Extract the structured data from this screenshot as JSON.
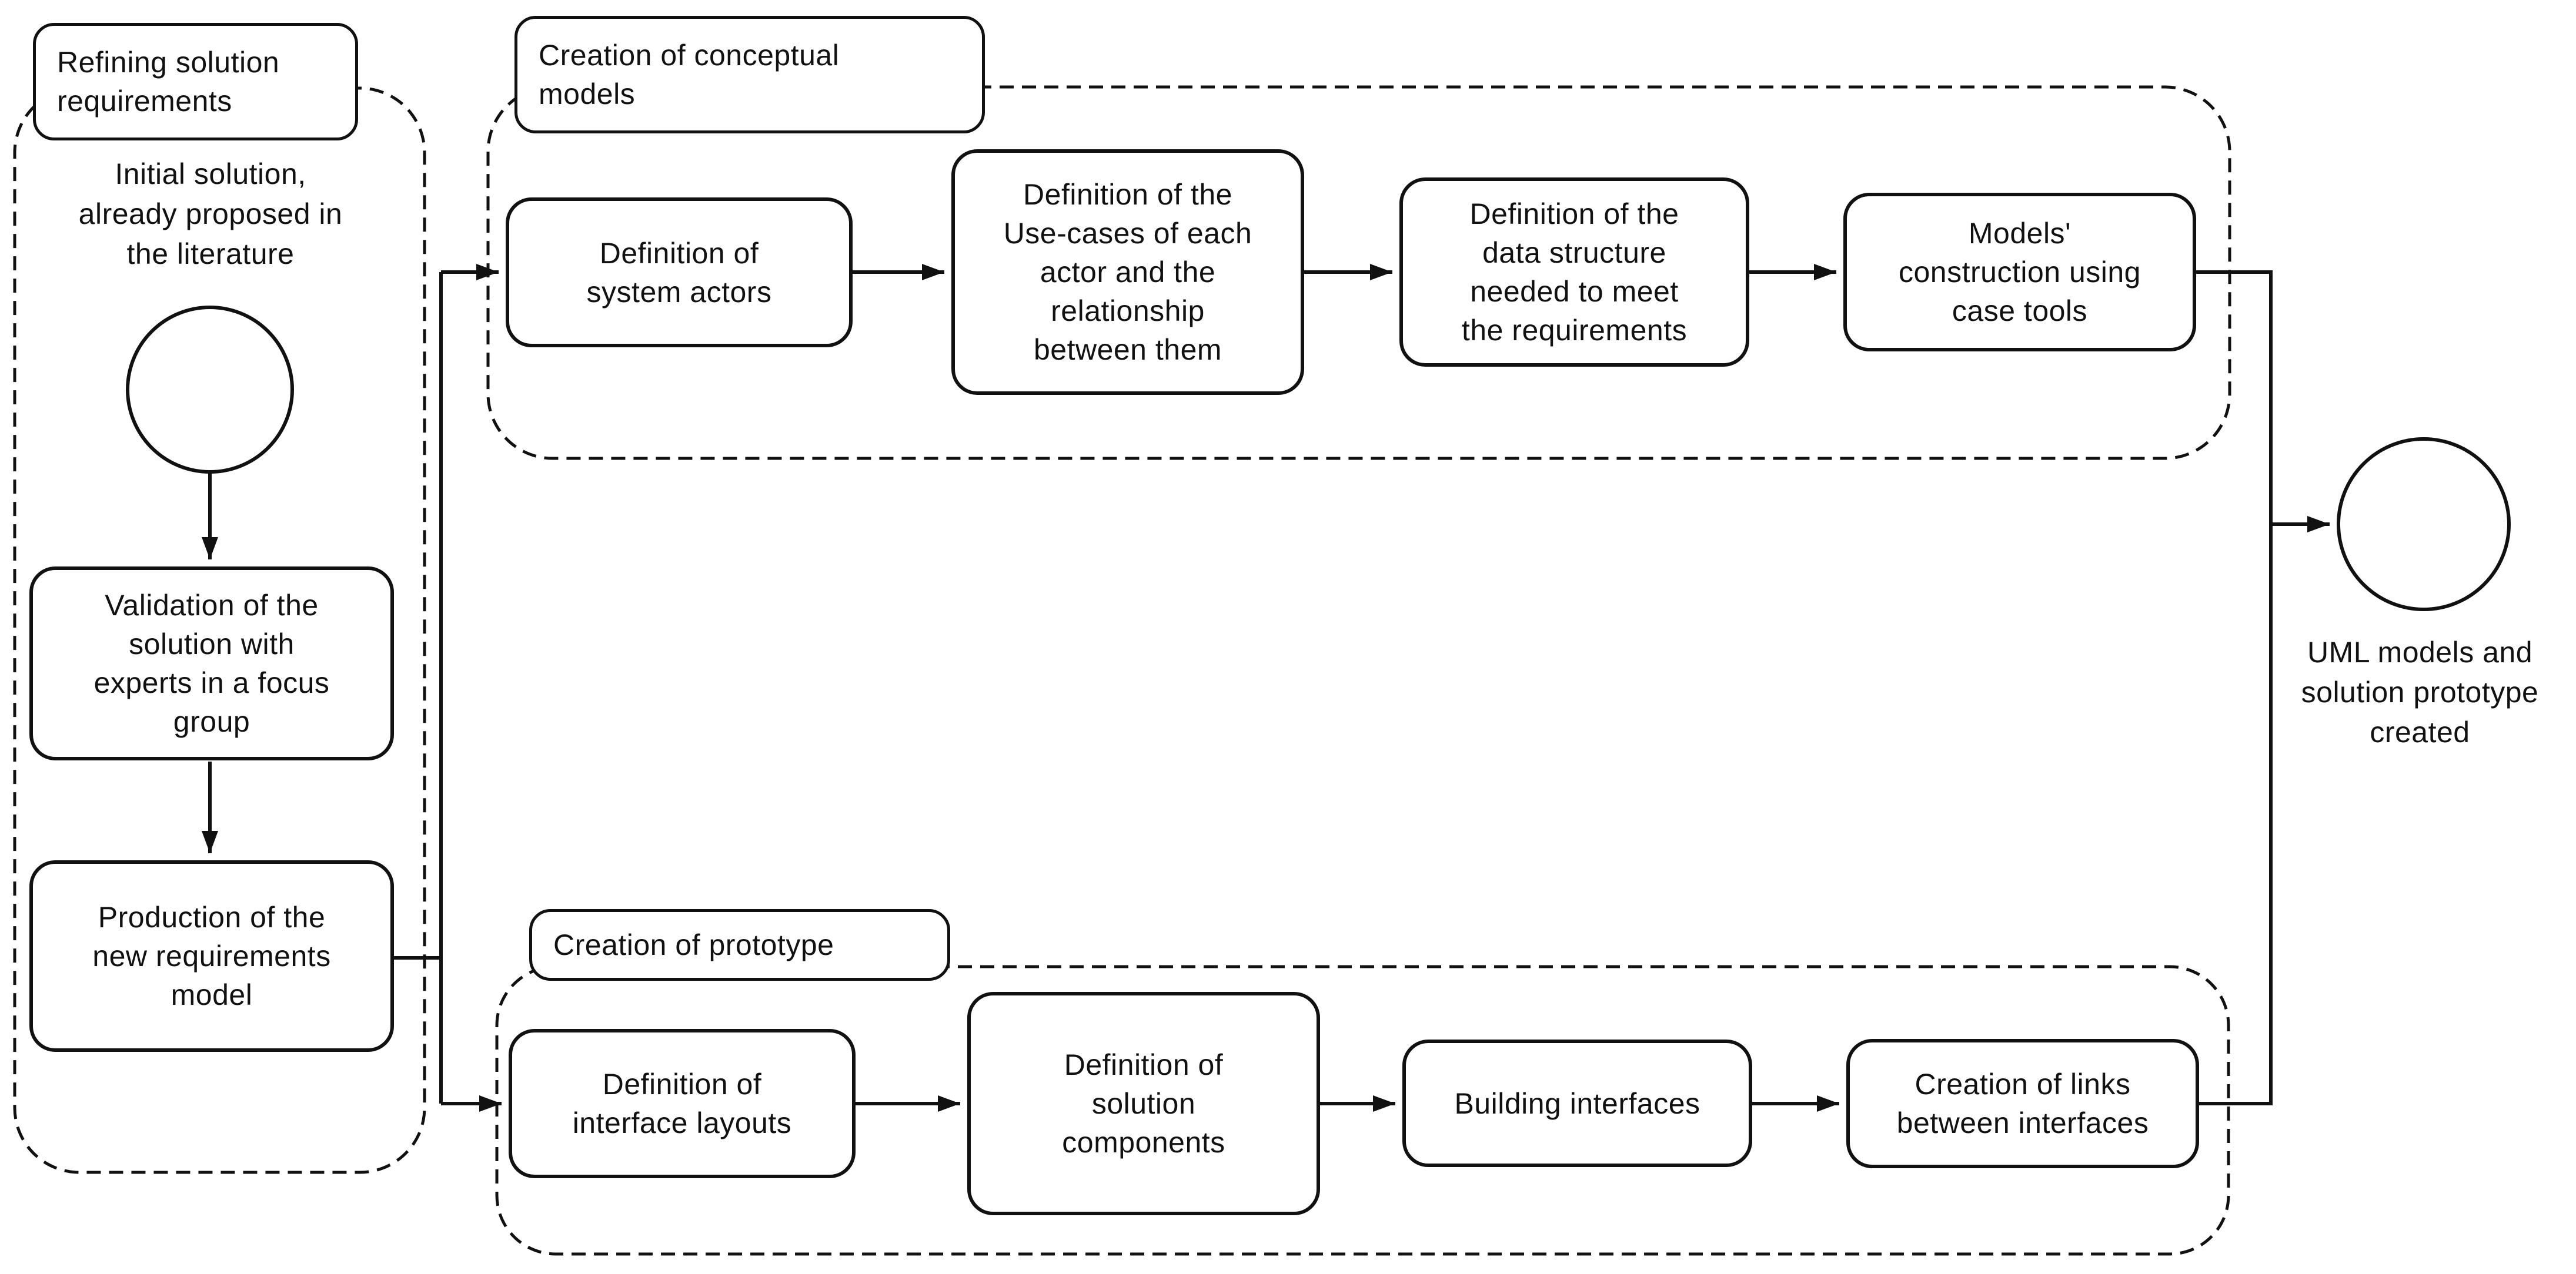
{
  "diagram": {
    "kind": "UML activity / process flowchart",
    "colors": {
      "ink": "#111111",
      "background": "#ffffff"
    }
  },
  "groups": {
    "refining": {
      "title": "Refining solution\nrequirements"
    },
    "conceptual": {
      "title": "Creation of conceptual\nmodels"
    },
    "prototype": {
      "title": "Creation of prototype"
    }
  },
  "nodes": {
    "initial_note": "Initial solution,\nalready proposed in\nthe literature",
    "validation": "Validation of the\nsolution with\nexperts in a focus\ngroup",
    "production": "Production of the\nnew requirements\nmodel",
    "system_actors": "Definition of\nsystem actors",
    "use_cases": "Definition of the\nUse-cases of each\nactor and the\nrelationship\nbetween them",
    "data_structure": "Definition of the\ndata structure\nneeded to meet\nthe requirements",
    "models_construction": "Models'\nconstruction using\ncase tools",
    "interface_layouts": "Definition of\ninterface layouts",
    "solution_components": "Definition of\nsolution\ncomponents",
    "building_interfaces": "Building interfaces",
    "creation_links": "Creation of links\nbetween interfaces",
    "end_note": "UML models and\nsolution prototype\ncreated"
  }
}
